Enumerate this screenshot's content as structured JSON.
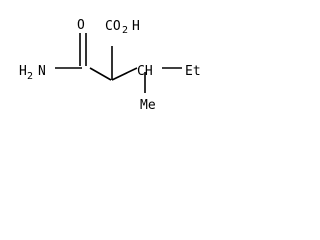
{
  "structure": {
    "labels": {
      "oxygen": "O",
      "carboxyl_group": "CO",
      "carboxyl_subscript": "2",
      "carboxyl_hydrogen": "H",
      "amine_nitrogen": "H",
      "amine_subscript": "2",
      "amine_tail": "N",
      "branch_ch": "CH",
      "ethyl": "Et",
      "methyl": "Me"
    },
    "colors": {
      "bond": "#000000",
      "text": "#000000",
      "background": "#ffffff"
    }
  }
}
